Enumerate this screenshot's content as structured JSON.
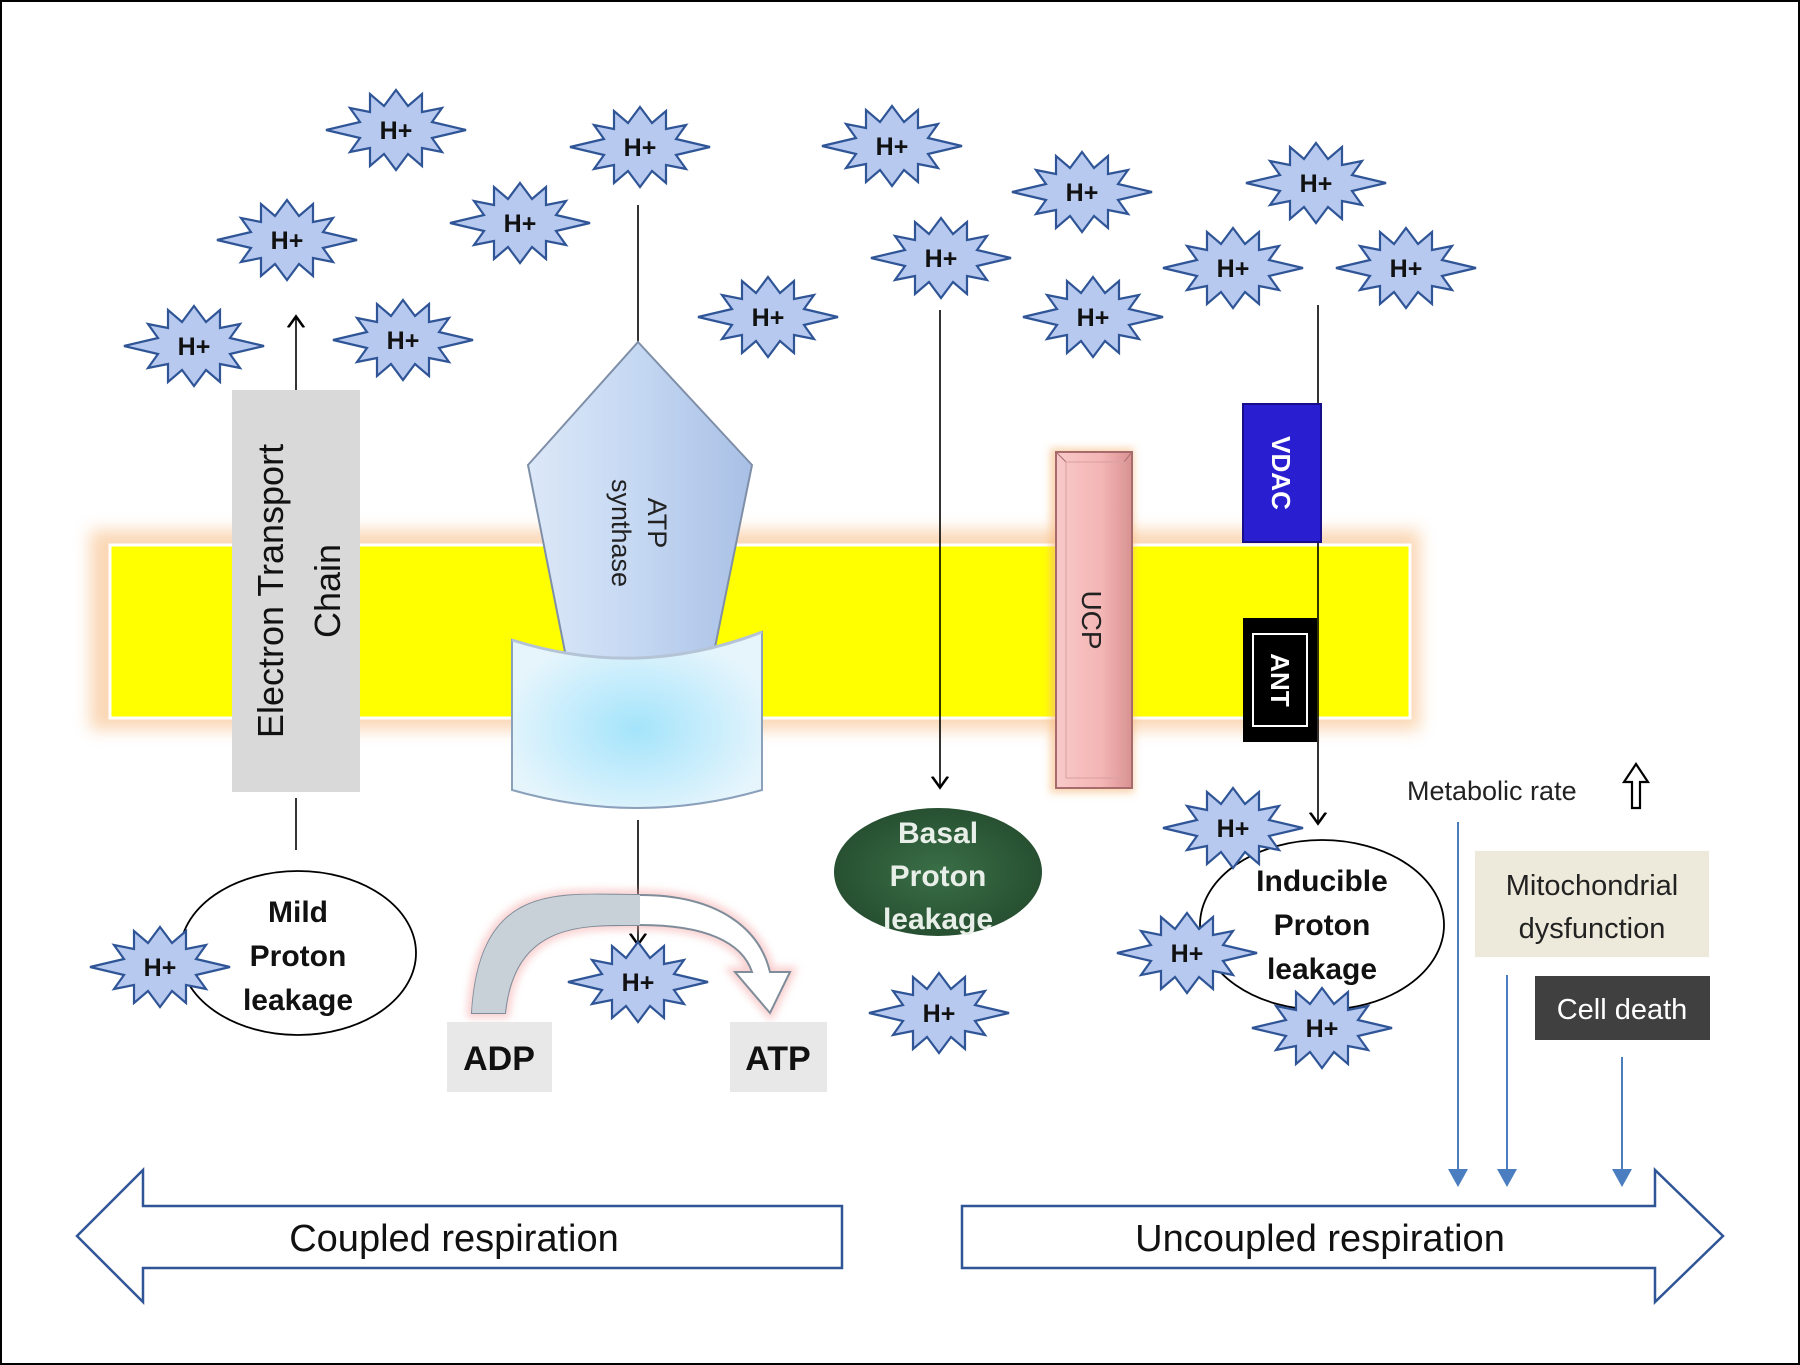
{
  "proton_label": "H+",
  "etc": {
    "line1": "Electron Transport",
    "line2": "Chain"
  },
  "atp_synthase": {
    "line1": "ATP",
    "line2": "synthase"
  },
  "ucp": "UCP",
  "vdac": "VDAC",
  "ant": "ANT",
  "mild_leak": {
    "line1": "Mild",
    "line2": "Proton",
    "line3": "leakage"
  },
  "basal_leak": {
    "line1": "Basal",
    "line2": "Proton",
    "line3": "leakage"
  },
  "inducible_leak": {
    "line1": "Inducible",
    "line2": "Proton",
    "line3": "leakage"
  },
  "adp": "ADP",
  "atp": "ATP",
  "metabolic_rate": "Metabolic rate",
  "mito_dysfunction": {
    "line1": "Mitochondrial",
    "line2": "dysfunction"
  },
  "cell_death": "Cell death",
  "coupled": "Coupled respiration",
  "uncoupled": "Uncoupled respiration",
  "colors": {
    "membrane": "#ffff00",
    "membrane_glow": "#f7b87a",
    "proton_fill": "#b7c9ef",
    "proton_stroke": "#2f5597",
    "etc_box": "#d9d9d9",
    "atp_synthase": "#c9dcf5",
    "ucp": "#f4b8b8",
    "vdac": "#2a1fd0",
    "ant": "#000000",
    "basal_leak": "#2e5e3b",
    "mito_box": "#eeeadb",
    "cell_death_box": "#404040",
    "side_arrow": "#4a7ec0",
    "big_arrow": "#2f5597"
  }
}
